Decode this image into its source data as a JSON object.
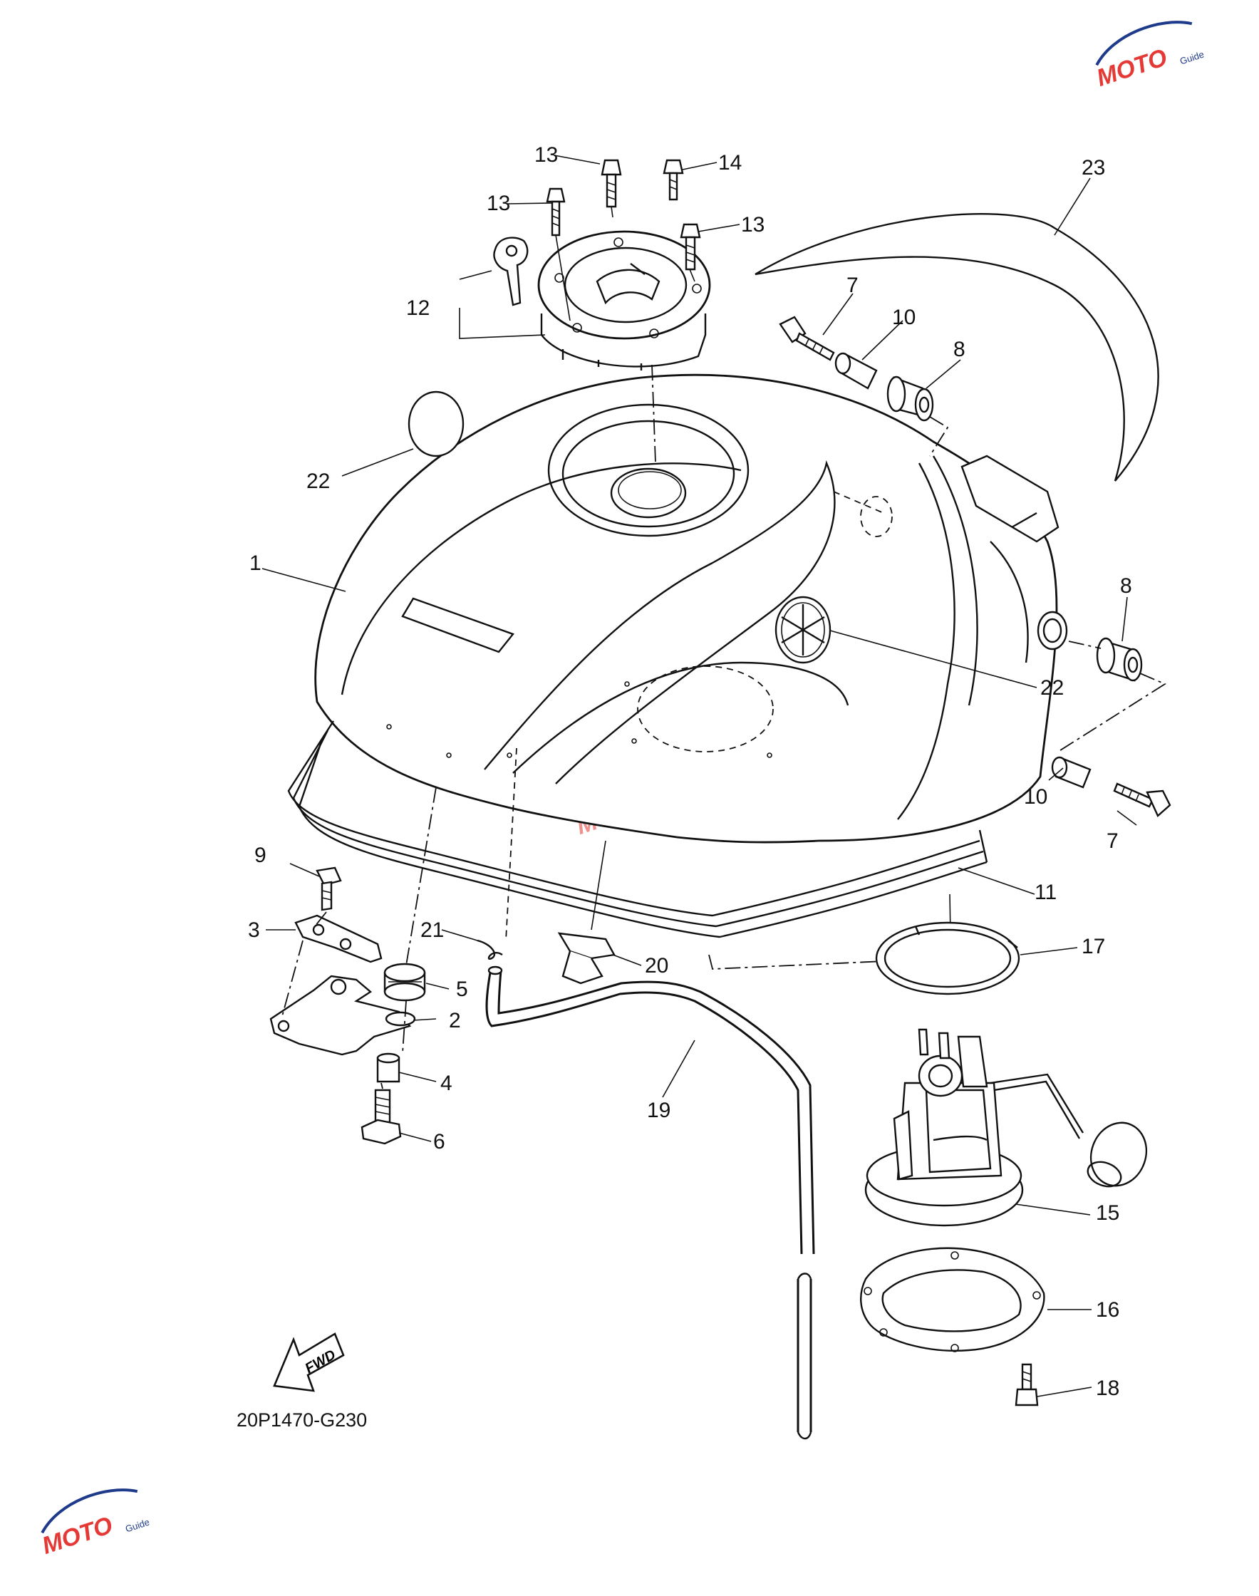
{
  "diagram": {
    "drawing_code": "20P1470-G230",
    "fwd_label": "FWD",
    "watermark": {
      "text": "MOTO",
      "subtext": "Guide"
    },
    "callouts": [
      {
        "id": "c1",
        "label": "1"
      },
      {
        "id": "c2",
        "label": "2"
      },
      {
        "id": "c3",
        "label": "3"
      },
      {
        "id": "c4",
        "label": "4"
      },
      {
        "id": "c5",
        "label": "5"
      },
      {
        "id": "c6",
        "label": "6"
      },
      {
        "id": "c7a",
        "label": "7"
      },
      {
        "id": "c7b",
        "label": "7"
      },
      {
        "id": "c8a",
        "label": "8"
      },
      {
        "id": "c8b",
        "label": "8"
      },
      {
        "id": "c9",
        "label": "9"
      },
      {
        "id": "c10a",
        "label": "10"
      },
      {
        "id": "c10b",
        "label": "10"
      },
      {
        "id": "c11",
        "label": "11"
      },
      {
        "id": "c12",
        "label": "12"
      },
      {
        "id": "c13a",
        "label": "13"
      },
      {
        "id": "c13b",
        "label": "13"
      },
      {
        "id": "c13c",
        "label": "13"
      },
      {
        "id": "c14",
        "label": "14"
      },
      {
        "id": "c15",
        "label": "15"
      },
      {
        "id": "c16",
        "label": "16"
      },
      {
        "id": "c17",
        "label": "17"
      },
      {
        "id": "c18",
        "label": "18"
      },
      {
        "id": "c19",
        "label": "19"
      },
      {
        "id": "c20",
        "label": "20"
      },
      {
        "id": "c21",
        "label": "21"
      },
      {
        "id": "c22a",
        "label": "22"
      },
      {
        "id": "c22b",
        "label": "22"
      },
      {
        "id": "c23",
        "label": "23"
      }
    ]
  }
}
